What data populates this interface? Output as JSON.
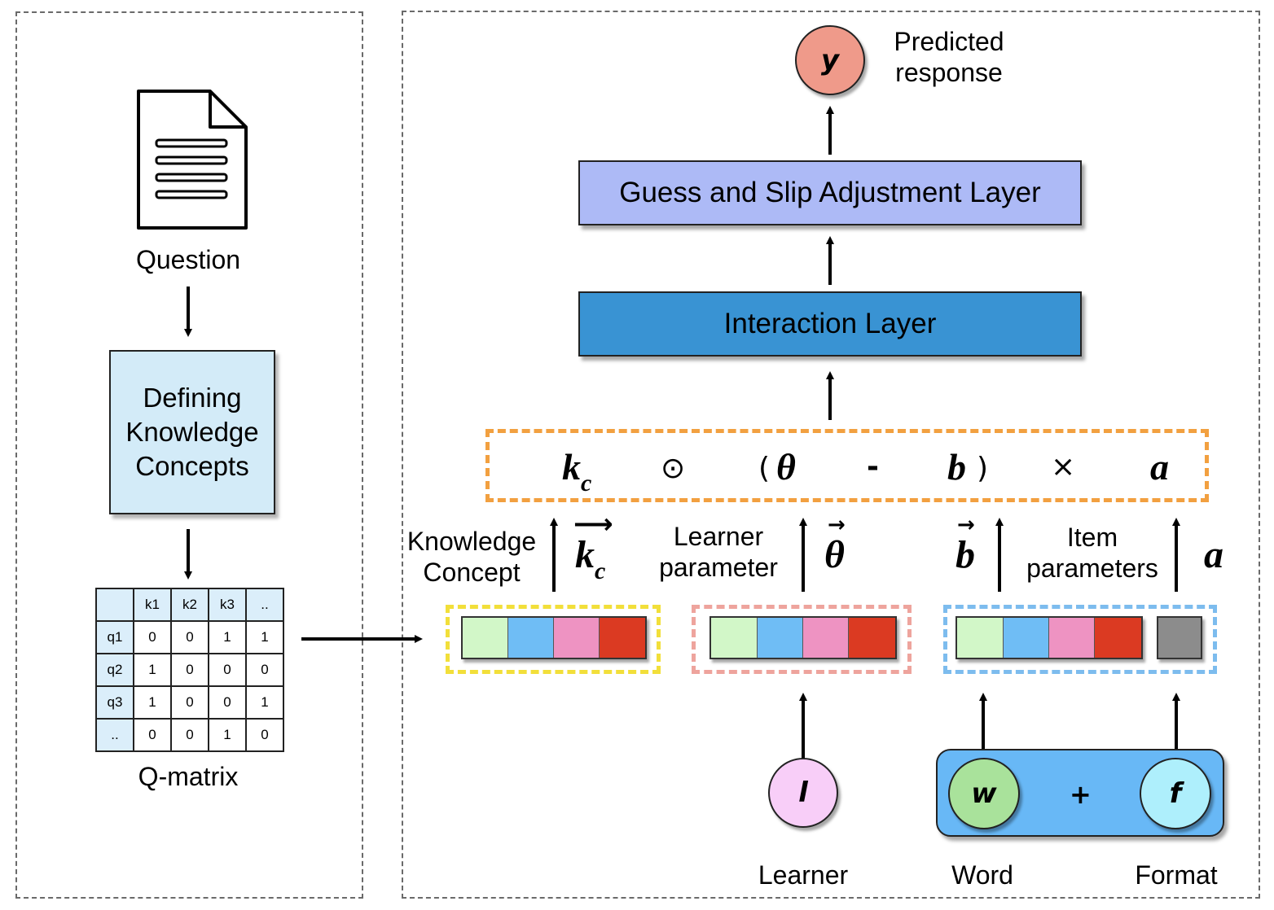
{
  "left_panel": {
    "question_label": "Question",
    "defining_box": {
      "line1": "Defining",
      "line2": "Knowledge",
      "line3": "Concepts"
    },
    "qmatrix": {
      "header": [
        "",
        "k1",
        "k2",
        "k3",
        ".."
      ],
      "rows": [
        [
          "q1",
          "0",
          "0",
          "1",
          "1"
        ],
        [
          "q2",
          "1",
          "0",
          "0",
          "0"
        ],
        [
          "q3",
          "1",
          "0",
          "0",
          "1"
        ],
        [
          "..",
          "0",
          "0",
          "1",
          "0"
        ]
      ],
      "label": "Q-matrix"
    }
  },
  "right_panel": {
    "output": {
      "symbol": "y",
      "label_line1": "Predicted",
      "label_line2": "response"
    },
    "guess_slip_layer": "Guess and Slip Adjustment Layer",
    "interaction_layer": "Interaction Layer",
    "formula": {
      "kc_base": "k",
      "kc_sub": "c",
      "odot": "⊙",
      "open_paren": "(",
      "theta": "θ",
      "minus": "-",
      "b": "b",
      "close_paren": ")",
      "times": "×",
      "a": "a"
    },
    "knowledge_concept": {
      "line1": "Knowledge",
      "line2": "Concept",
      "vector_base": "k",
      "vector_sub": "c"
    },
    "learner_parameter": {
      "line1": "Learner",
      "line2": "parameter",
      "vector_symbol": "θ"
    },
    "item_parameters": {
      "line1": "Item",
      "line2": "parameters",
      "b_symbol": "b",
      "a_symbol": "a"
    },
    "inputs": {
      "learner_symbol": "l",
      "learner_label": "Learner",
      "word_symbol": "w",
      "plus": "+",
      "format_symbol": "f",
      "word_label": "Word",
      "format_label": "Format"
    }
  },
  "colors": {
    "vector_green": "#d2f7c8",
    "vector_blue": "#6fbdf5",
    "vector_pink": "#ee93c2",
    "vector_red": "#db3a22",
    "vector_gray": "#8c8c8c",
    "yellow_dash": "#f2df3a",
    "pink_dash": "#eea49d",
    "blue_dash": "#7dbcee",
    "orange_dash": "#f2a040",
    "guess_layer": "#adbaf6",
    "interaction_layer": "#3993d3",
    "output_circle": "#ef9a8a",
    "learner_circle": "#f8cef8",
    "word_circle": "#a9e29b",
    "format_circle": "#aeeffc",
    "input_container": "#68b8f6"
  }
}
